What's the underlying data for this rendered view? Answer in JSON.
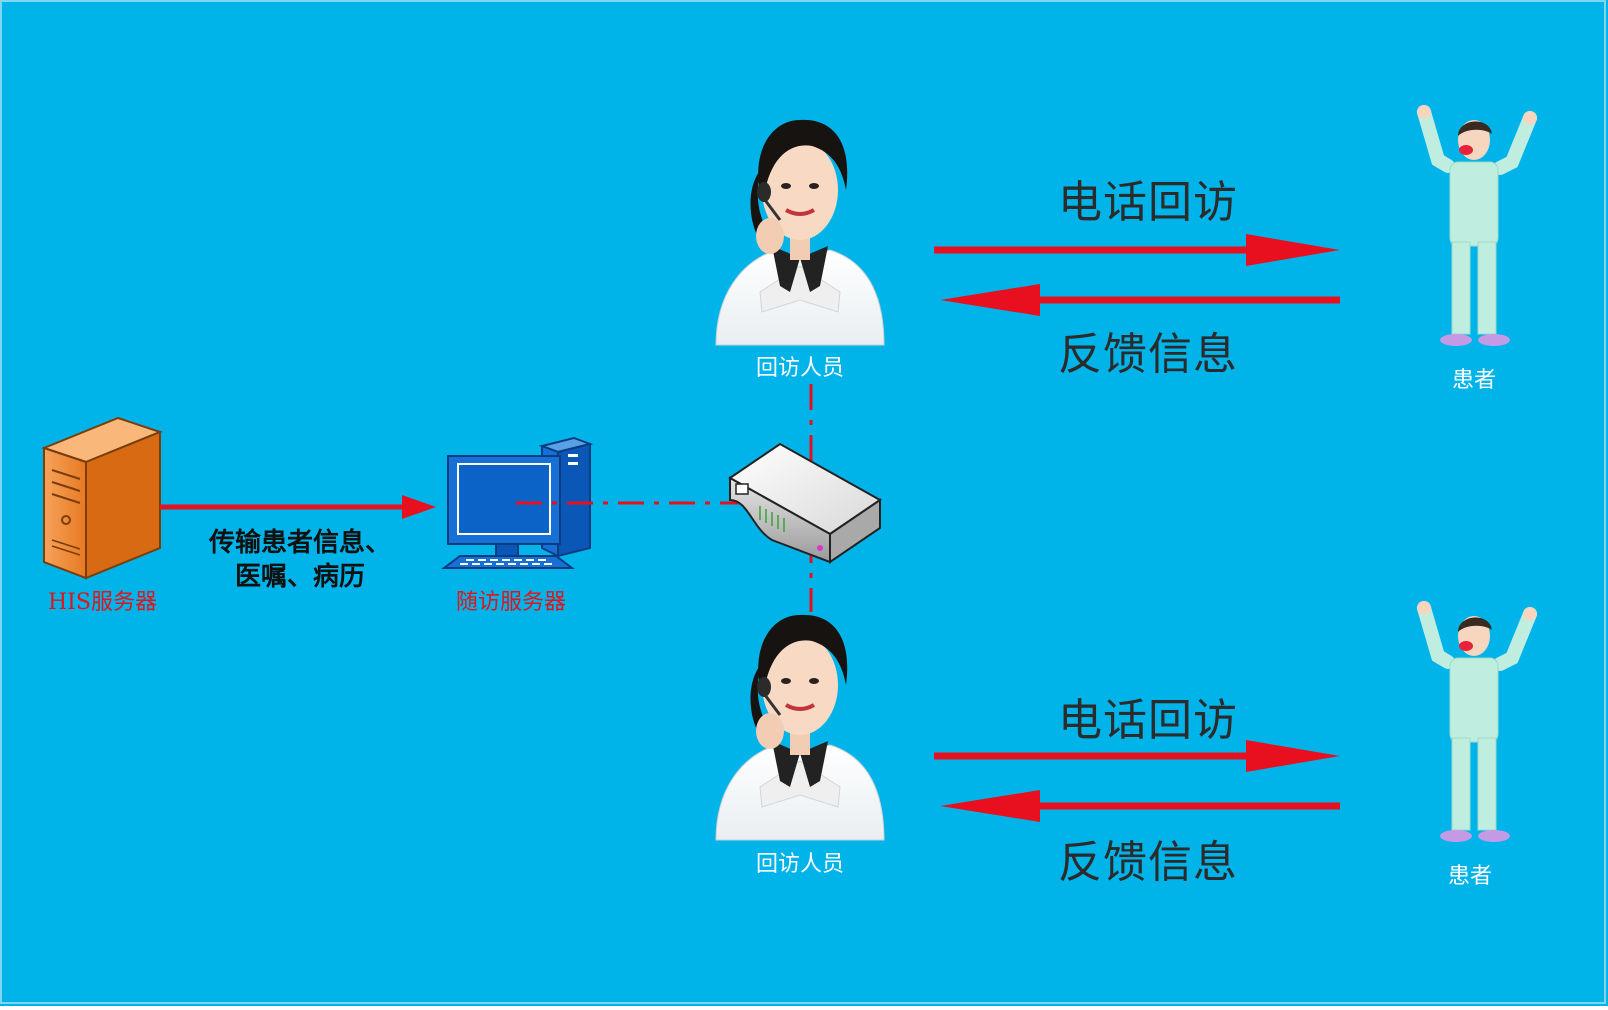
{
  "background_color": "#00b4ea",
  "accent_red": "#e8101e",
  "nodes": {
    "his_server": {
      "label": "HIS服务器",
      "icon": "server-tower-icon"
    },
    "followup_server": {
      "label": "随访服务器",
      "icon": "desktop-computer-icon"
    },
    "switch": {
      "icon": "network-switch-icon"
    },
    "agent_top": {
      "label": "回访人员",
      "icon": "call-center-agent-icon"
    },
    "agent_bottom": {
      "label": "回访人员",
      "icon": "call-center-agent-icon"
    },
    "patient_top": {
      "label": "患者",
      "icon": "patient-figure-icon"
    },
    "patient_bottom": {
      "label": "患者",
      "icon": "patient-figure-icon"
    }
  },
  "edges": {
    "transfer": {
      "line1": "传输患者信息、",
      "line2": "医嘱、病历"
    },
    "top_call": "电话回访",
    "top_feedback": "反馈信息",
    "bottom_call": "电话回访",
    "bottom_feedback": "反馈信息"
  }
}
